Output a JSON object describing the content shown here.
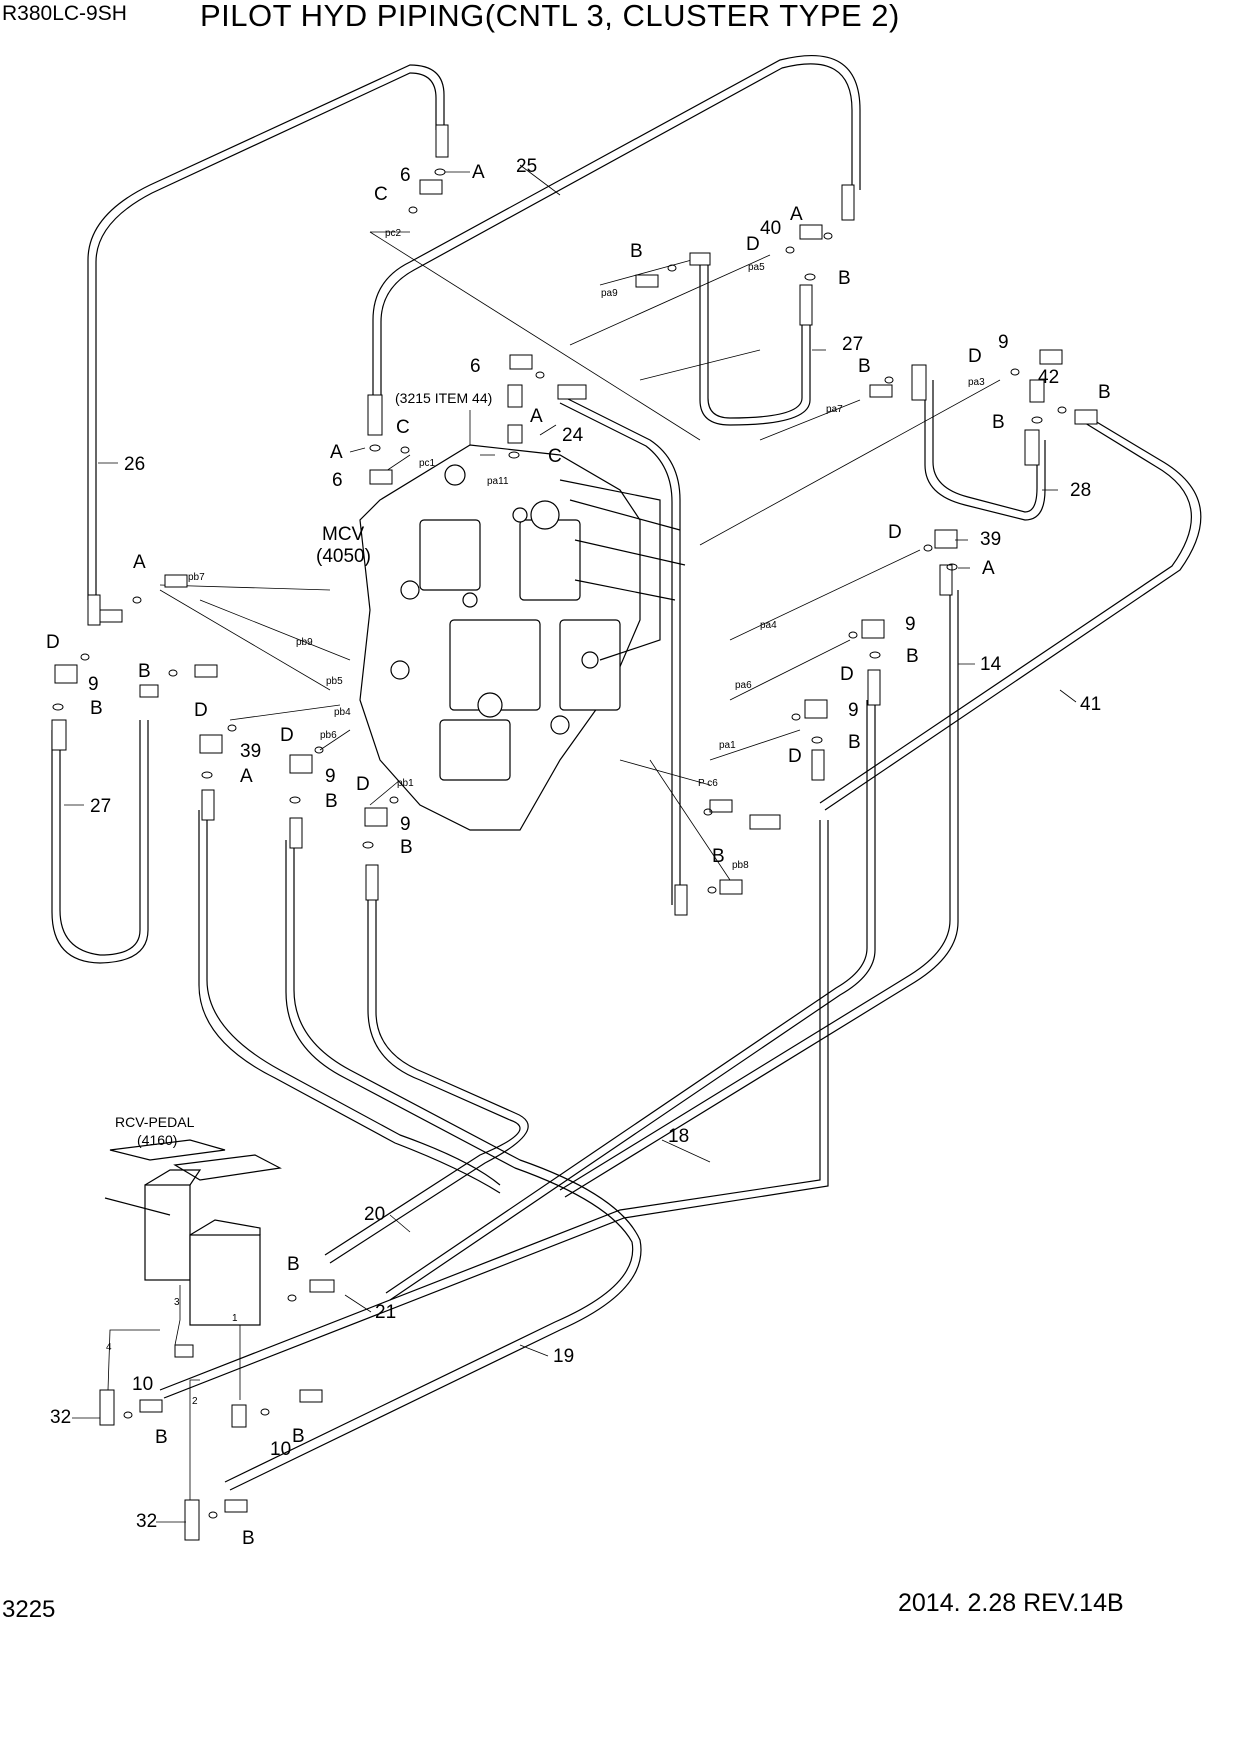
{
  "header": {
    "model": "R380LC-9SH",
    "title": "PILOT HYD PIPING(CNTL 3, CLUSTER TYPE 2)"
  },
  "footer": {
    "page": "3225",
    "revision": "2014. 2.28  REV.14B"
  },
  "components": {
    "mcv": {
      "name": "MCV",
      "code": "(4050)"
    },
    "rcv_pedal": {
      "name": "RCV-PEDAL",
      "code": "(4160)"
    },
    "ref_note": "(3215 ITEM 44)"
  },
  "callouts": {
    "c6a": "6",
    "cA1": "A",
    "cC1": "C",
    "c25": "25",
    "cB1": "B",
    "cD1": "D",
    "c40": "40",
    "cA2": "A",
    "cB2": "B",
    "c27a": "27",
    "cB3": "B",
    "cD2": "D",
    "c9a": "9",
    "c42": "42",
    "cB4": "B",
    "cB5": "B",
    "c6b": "6",
    "cA3": "A",
    "cC2": "C",
    "cA4": "A",
    "cC3": "C",
    "c6c": "6",
    "c24": "24",
    "c28": "28",
    "c26": "26",
    "cD3": "D",
    "c39a": "39",
    "cA5": "A",
    "cA6": "A",
    "cD4": "D",
    "c9b": "9",
    "cB6": "B",
    "cB7": "B",
    "cD5": "D",
    "c39b": "39",
    "cA7": "A",
    "cD6": "D",
    "c9c": "9",
    "cB8": "B",
    "cD7": "D",
    "c9d": "9",
    "cB9": "B",
    "c27b": "27",
    "cD8": "D",
    "c9e": "9",
    "cB10": "B",
    "c14": "14",
    "cD9": "D",
    "c9f": "9",
    "cB11": "B",
    "c41": "41",
    "cB12": "B",
    "c18": "18",
    "c20": "20",
    "c21": "21",
    "c19": "19",
    "cB13": "B",
    "c10a": "10",
    "c32a": "32",
    "cB14": "B",
    "c10b": "10",
    "cB15": "B",
    "c32b": "32",
    "cB16": "B"
  },
  "port_labels": {
    "pc2": "pc2",
    "pa9": "pa9",
    "pa5": "pa5",
    "pa7": "pa7",
    "pa3": "pa3",
    "pc1": "pc1",
    "pa11": "pa11",
    "pb7": "pb7",
    "pb9": "pb9",
    "pb5": "pb5",
    "pb4": "pb4",
    "pb6": "pb6",
    "pb1": "pb1",
    "pa4": "pa4",
    "pa6": "pa6",
    "pa1": "pa1",
    "pc6": "P c6",
    "pb8": "pb8"
  },
  "pedal_ports": {
    "p1": "1",
    "p2": "2",
    "p3": "3",
    "p4": "4"
  }
}
